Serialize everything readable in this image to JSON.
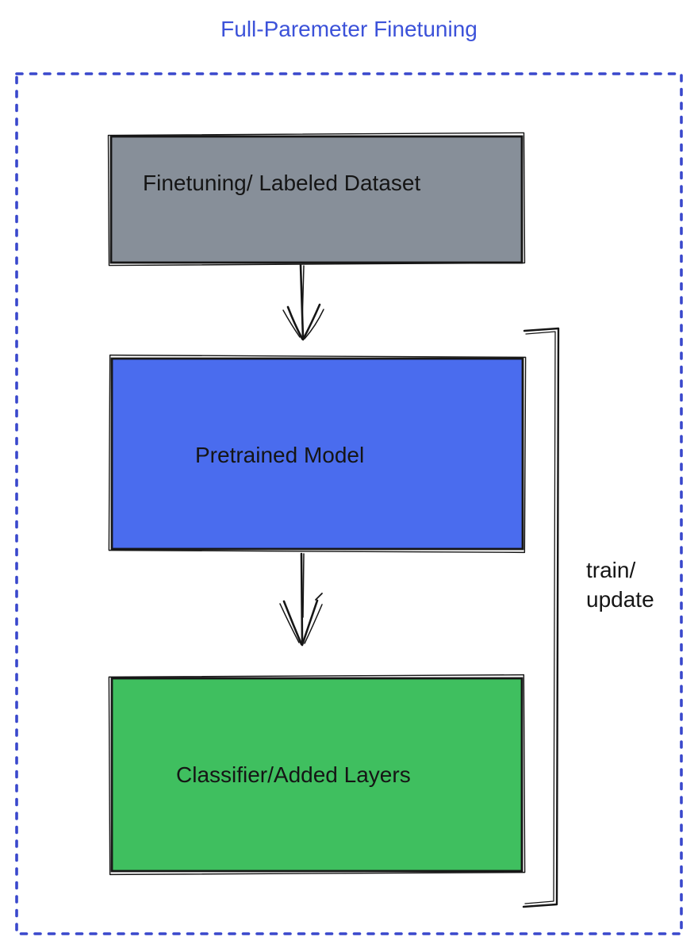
{
  "title": {
    "text": "Full-Paremeter Finetuning",
    "color": "#3c52d9"
  },
  "frame": {
    "border_style": "dotted",
    "border_color": "#3a48cc"
  },
  "nodes": [
    {
      "label": "Finetuning/ Labeled Dataset",
      "fill": "#878f99"
    },
    {
      "label": "Pretrained Model",
      "fill": "#4a6cee"
    },
    {
      "label": "Classifier/Added Layers",
      "fill": "#3fbf5f"
    }
  ],
  "connectors": {
    "arrow1": {
      "from": "Finetuning/ Labeled Dataset",
      "to": "Pretrained Model"
    },
    "arrow2": {
      "from": "Pretrained Model",
      "to": "Classifier/Added Layers"
    },
    "bracket": {
      "label_line1": "train/",
      "label_line2": "update"
    }
  },
  "ink_color": "#161616"
}
